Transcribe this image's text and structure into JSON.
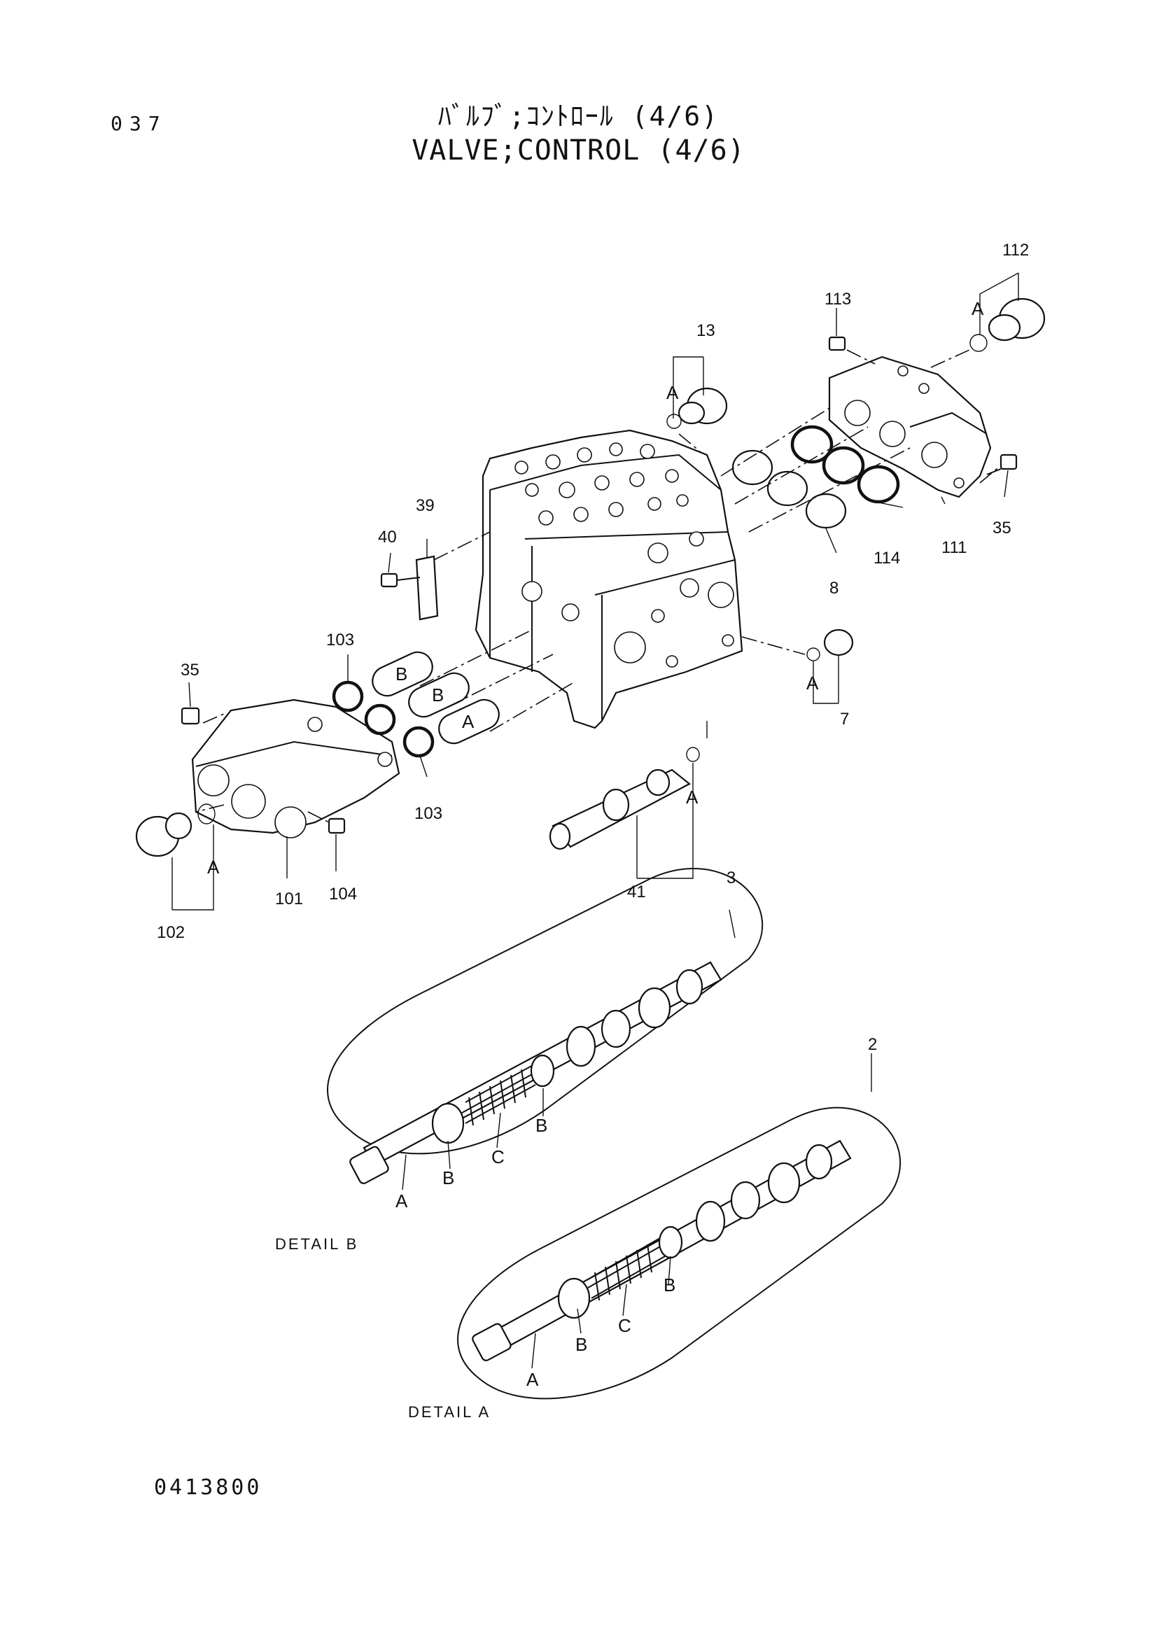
{
  "header": {
    "page_number": "037",
    "title_jp": "ﾊﾞﾙﾌﾞ;ｺﾝﾄﾛｰﾙ (4/6)",
    "title_en": "VALVE;CONTROL (4/6)"
  },
  "callouts": {
    "p2": "2",
    "p3": "3",
    "p7": "7",
    "p8": "8",
    "p13": "13",
    "p35a": "35",
    "p35b": "35",
    "p39": "39",
    "p40": "40",
    "p41": "41",
    "p101": "101",
    "p102": "102",
    "p103a": "103",
    "p103b": "103",
    "p104": "104",
    "p111": "111",
    "p112": "112",
    "p113": "113",
    "p114": "114"
  },
  "letters": {
    "a": "A",
    "b": "B",
    "c": "C"
  },
  "details": {
    "detail_b": "DETAIL B",
    "detail_a": "DETAIL A"
  },
  "footer": {
    "drawing_code": "0413800"
  }
}
